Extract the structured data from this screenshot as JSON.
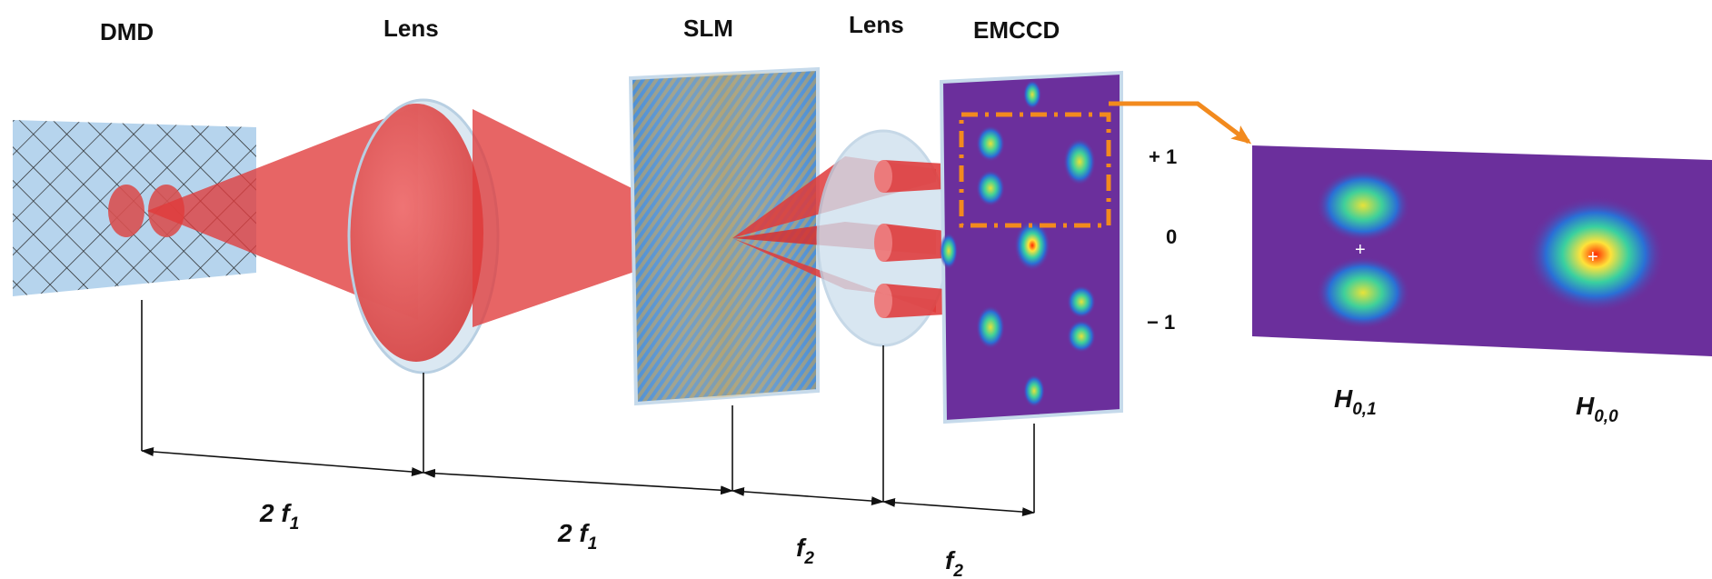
{
  "components": {
    "dmd": "DMD",
    "lens1": "Lens",
    "slm": "SLM",
    "lens2": "Lens",
    "emccd": "EMCCD"
  },
  "orders": {
    "plus_one": "+ 1",
    "zero": "0",
    "minus_one": "− 1"
  },
  "distances": {
    "d1": {
      "num": "2",
      "var": "f",
      "sub": "1"
    },
    "d2": {
      "num": "2",
      "var": "f",
      "sub": "1"
    },
    "d3": {
      "num": "",
      "var": "f",
      "sub": "2"
    },
    "d4": {
      "num": "",
      "var": "f",
      "sub": "2"
    }
  },
  "modes": {
    "left": {
      "var": "H",
      "sub": "0,1"
    },
    "right": {
      "var": "H",
      "sub": "0,0"
    }
  },
  "colors": {
    "beam": "#e03a3a",
    "panel_blue": "#a9cdea",
    "camera_bg": "#6b2f9c",
    "callout": "#f28a1e",
    "axis": "#111111"
  }
}
